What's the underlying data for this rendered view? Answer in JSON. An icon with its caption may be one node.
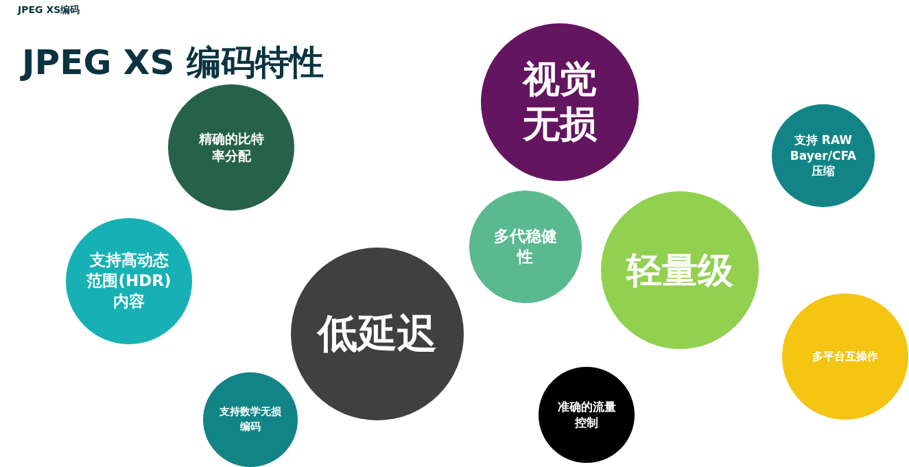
{
  "diagram": {
    "title": "JPEG XS 编码特性",
    "nodes": [
      {
        "text": [
          "视觉无损"
        ]
      },
      {
        "text": [
          "精确的比特率分配"
        ]
      },
      {
        "text": [
          "支持 RAW Bayer/CFA 压缩"
        ]
      },
      {
        "text": [
          "多代稳健性"
        ]
      },
      {
        "text": [
          "轻量级"
        ]
      },
      {
        "text": [
          "支持高动态范围(HDR) 内容"
        ]
      },
      {
        "text": [
          "低延迟"
        ]
      },
      {
        "text": [
          "多平台互操作"
        ]
      },
      {
        "text": [
          "支持数学无损编码"
        ]
      },
      {
        "text": [
          "准确的流量控制"
        ]
      }
    ],
    "labels": [
      "JPEG XS编码"
    ]
  }
}
